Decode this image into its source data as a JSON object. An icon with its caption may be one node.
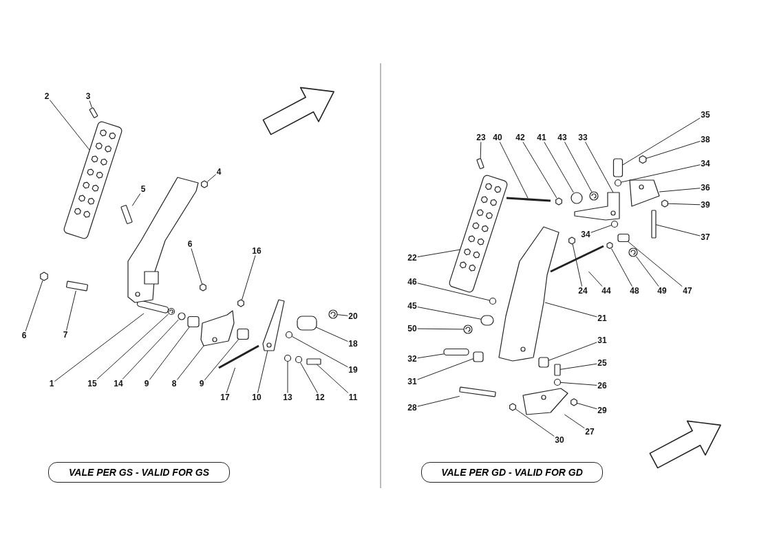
{
  "diagram": {
    "nodes": [
      {
        "text": [
          "2"
        ]
      },
      {
        "text": [
          "3"
        ]
      },
      {
        "text": [
          "4"
        ]
      },
      {
        "text": [
          "5"
        ]
      },
      {
        "text": [
          "6"
        ]
      },
      {
        "text": [
          "16"
        ]
      },
      {
        "text": [
          "6"
        ]
      },
      {
        "text": [
          "7"
        ]
      },
      {
        "text": [
          "1"
        ]
      },
      {
        "text": [
          "15"
        ]
      },
      {
        "text": [
          "14"
        ]
      },
      {
        "text": [
          "9"
        ]
      },
      {
        "text": [
          "8"
        ]
      },
      {
        "text": [
          "9"
        ]
      },
      {
        "text": [
          "17"
        ]
      },
      {
        "text": [
          "10"
        ]
      },
      {
        "text": [
          "13"
        ]
      },
      {
        "text": [
          "12"
        ]
      },
      {
        "text": [
          "11"
        ]
      },
      {
        "text": [
          "19"
        ]
      },
      {
        "text": [
          "18"
        ]
      },
      {
        "text": [
          "20"
        ]
      },
      {
        "text": [
          "VALE PER GS - VALID FOR GS"
        ]
      },
      {
        "text": [
          "23"
        ]
      },
      {
        "text": [
          "40"
        ]
      },
      {
        "text": [
          "42"
        ]
      },
      {
        "text": [
          "41"
        ]
      },
      {
        "text": [
          "43"
        ]
      },
      {
        "text": [
          "33"
        ]
      },
      {
        "text": [
          "35"
        ]
      },
      {
        "text": [
          "38"
        ]
      },
      {
        "text": [
          "34"
        ]
      },
      {
        "text": [
          "36"
        ]
      },
      {
        "text": [
          "39"
        ]
      },
      {
        "text": [
          "37"
        ]
      },
      {
        "text": [
          "34"
        ]
      },
      {
        "text": [
          "24"
        ]
      },
      {
        "text": [
          "44"
        ]
      },
      {
        "text": [
          "48"
        ]
      },
      {
        "text": [
          "49"
        ]
      },
      {
        "text": [
          "47"
        ]
      },
      {
        "text": [
          "22"
        ]
      },
      {
        "text": [
          "46"
        ]
      },
      {
        "text": [
          "21"
        ]
      },
      {
        "text": [
          "45"
        ]
      },
      {
        "text": [
          "50"
        ]
      },
      {
        "text": [
          "31"
        ]
      },
      {
        "text": [
          "32"
        ]
      },
      {
        "text": [
          "31"
        ]
      },
      {
        "text": [
          "25"
        ]
      },
      {
        "text": [
          "26"
        ]
      },
      {
        "text": [
          "28"
        ]
      },
      {
        "text": [
          "29"
        ]
      },
      {
        "text": [
          "30"
        ]
      },
      {
        "text": [
          "27"
        ]
      },
      {
        "text": [
          "VALE PER GD - VALID FOR GD"
        ]
      },
      {
        "text": [],
        "shape": "picture"
      },
      {
        "text": [],
        "shape": "bar"
      },
      {
        "text": [],
        "shape": "hexagon"
      },
      {
        "text": [],
        "shape": "bar"
      },
      {
        "text": [],
        "shape": "hexagon"
      },
      {
        "text": [],
        "shape": "hexagon"
      },
      {
        "text": [],
        "shape": "hexagon"
      },
      {
        "text": [],
        "shape": "bar"
      },
      {
        "text": [],
        "shape": "bar"
      },
      {
        "text": [],
        "shape": "picture"
      },
      {
        "text": [],
        "shape": "circle"
      },
      {
        "text": [],
        "shape": "box"
      },
      {
        "text": [],
        "shape": "picture"
      },
      {
        "text": [],
        "shape": "box"
      },
      {
        "text": [],
        "shape": "bar"
      },
      {
        "text": [],
        "shape": "picture"
      },
      {
        "text": [],
        "shape": "circle"
      },
      {
        "text": [],
        "shape": "circle"
      },
      {
        "text": [],
        "shape": "bar"
      },
      {
        "text": [],
        "shape": "circle"
      },
      {
        "text": [],
        "shape": "box"
      },
      {
        "text": [],
        "shape": "picture"
      },
      {
        "text": [],
        "shape": "bar"
      },
      {
        "text": [],
        "shape": "bar"
      },
      {
        "text": [],
        "shape": "hexagon"
      },
      {
        "text": [],
        "shape": "circle"
      },
      {
        "text": [],
        "shape": "picture"
      },
      {
        "text": [],
        "shape": "picture"
      },
      {
        "text": [],
        "shape": "box"
      },
      {
        "text": [],
        "shape": "hexagon"
      },
      {
        "text": [],
        "shape": "circle"
      },
      {
        "text": [],
        "shape": "picture"
      },
      {
        "text": [],
        "shape": "hexagon"
      },
      {
        "text": [],
        "shape": "bar"
      },
      {
        "text": [],
        "shape": "circle"
      },
      {
        "text": [],
        "shape": "hexagon"
      },
      {
        "text": [],
        "shape": "bar"
      },
      {
        "text": [],
        "shape": "hexagon"
      },
      {
        "text": [],
        "shape": "picture"
      },
      {
        "text": [],
        "shape": "box"
      },
      {
        "text": [],
        "shape": "picture"
      },
      {
        "text": [],
        "shape": "circle"
      },
      {
        "text": [],
        "shape": "picture"
      },
      {
        "text": [],
        "shape": "box"
      },
      {
        "text": [],
        "shape": "picture"
      },
      {
        "text": [],
        "shape": "box"
      },
      {
        "text": [],
        "shape": "bar"
      },
      {
        "text": [],
        "shape": "box"
      },
      {
        "text": [],
        "shape": "bar"
      },
      {
        "text": [],
        "shape": "circle"
      },
      {
        "text": [],
        "shape": "bar"
      },
      {
        "text": [],
        "shape": "hexagon"
      },
      {
        "text": [],
        "shape": "hexagon"
      },
      {
        "text": [],
        "shape": "picture"
      },
      {
        "text": [],
        "shape": "picture"
      }
    ],
    "edges": [
      {
        "from": 0,
        "to": 56,
        "arrow": "none"
      },
      {
        "from": 1,
        "to": 57,
        "arrow": "none"
      },
      {
        "from": 2,
        "to": 58,
        "arrow": "none"
      },
      {
        "from": 3,
        "to": 59,
        "arrow": "none"
      },
      {
        "from": 4,
        "to": 60,
        "arrow": "none"
      },
      {
        "from": 5,
        "to": 61,
        "arrow": "none"
      },
      {
        "from": 6,
        "to": 62,
        "arrow": "none"
      },
      {
        "from": 7,
        "to": 63,
        "arrow": "none"
      },
      {
        "from": 8,
        "to": 64,
        "arrow": "none"
      },
      {
        "from": 9,
        "to": 65,
        "arrow": "none"
      },
      {
        "from": 10,
        "to": 66,
        "arrow": "none"
      },
      {
        "from": 11,
        "to": 67,
        "arrow": "none"
      },
      {
        "from": 12,
        "to": 68,
        "arrow": "none"
      },
      {
        "from": 13,
        "to": 69,
        "arrow": "none"
      },
      {
        "from": 14,
        "to": 70,
        "arrow": "none"
      },
      {
        "from": 15,
        "to": 71,
        "arrow": "none"
      },
      {
        "from": 16,
        "to": 72,
        "arrow": "none"
      },
      {
        "from": 17,
        "to": 73,
        "arrow": "none"
      },
      {
        "from": 18,
        "to": 74,
        "arrow": "none"
      },
      {
        "from": 19,
        "to": 75,
        "arrow": "none"
      },
      {
        "from": 20,
        "to": 76,
        "arrow": "none"
      },
      {
        "from": 21,
        "to": 77,
        "arrow": "none"
      },
      {
        "from": 23,
        "to": 78,
        "arrow": "none"
      },
      {
        "from": 24,
        "to": 79,
        "arrow": "none"
      },
      {
        "from": 25,
        "to": 80,
        "arrow": "none"
      },
      {
        "from": 26,
        "to": 81,
        "arrow": "none"
      },
      {
        "from": 27,
        "to": 82,
        "arrow": "none"
      },
      {
        "from": 28,
        "to": 83,
        "arrow": "none"
      },
      {
        "from": 29,
        "to": 84,
        "arrow": "none"
      },
      {
        "from": 30,
        "to": 85,
        "arrow": "none"
      },
      {
        "from": 31,
        "to": 86,
        "arrow": "none"
      },
      {
        "from": 32,
        "to": 87,
        "arrow": "none"
      },
      {
        "from": 33,
        "to": 88,
        "arrow": "none"
      },
      {
        "from": 34,
        "to": 89,
        "arrow": "none"
      },
      {
        "from": 35,
        "to": 90,
        "arrow": "none"
      },
      {
        "from": 36,
        "to": 91,
        "arrow": "none"
      },
      {
        "from": 37,
        "to": 92,
        "arrow": "none"
      },
      {
        "from": 38,
        "to": 93,
        "arrow": "none"
      },
      {
        "from": 39,
        "to": 94,
        "arrow": "none"
      },
      {
        "from": 40,
        "to": 95,
        "arrow": "none"
      },
      {
        "from": 41,
        "to": 96,
        "arrow": "none"
      },
      {
        "from": 42,
        "to": 97,
        "arrow": "none"
      },
      {
        "from": 43,
        "to": 98,
        "arrow": "none"
      },
      {
        "from": 44,
        "to": 99,
        "arrow": "none"
      },
      {
        "from": 45,
        "to": 100,
        "arrow": "none"
      },
      {
        "from": 46,
        "to": 101,
        "arrow": "none"
      },
      {
        "from": 47,
        "to": 102,
        "arrow": "none"
      },
      {
        "from": 48,
        "to": 103,
        "arrow": "none"
      },
      {
        "from": 49,
        "to": 104,
        "arrow": "none"
      },
      {
        "from": 50,
        "to": 105,
        "arrow": "none"
      },
      {
        "from": 51,
        "to": 106,
        "arrow": "none"
      },
      {
        "from": 52,
        "to": 107,
        "arrow": "none"
      },
      {
        "from": 53,
        "to": 108,
        "arrow": "none"
      },
      {
        "from": 54,
        "to": 109,
        "arrow": "none"
      }
    ]
  }
}
